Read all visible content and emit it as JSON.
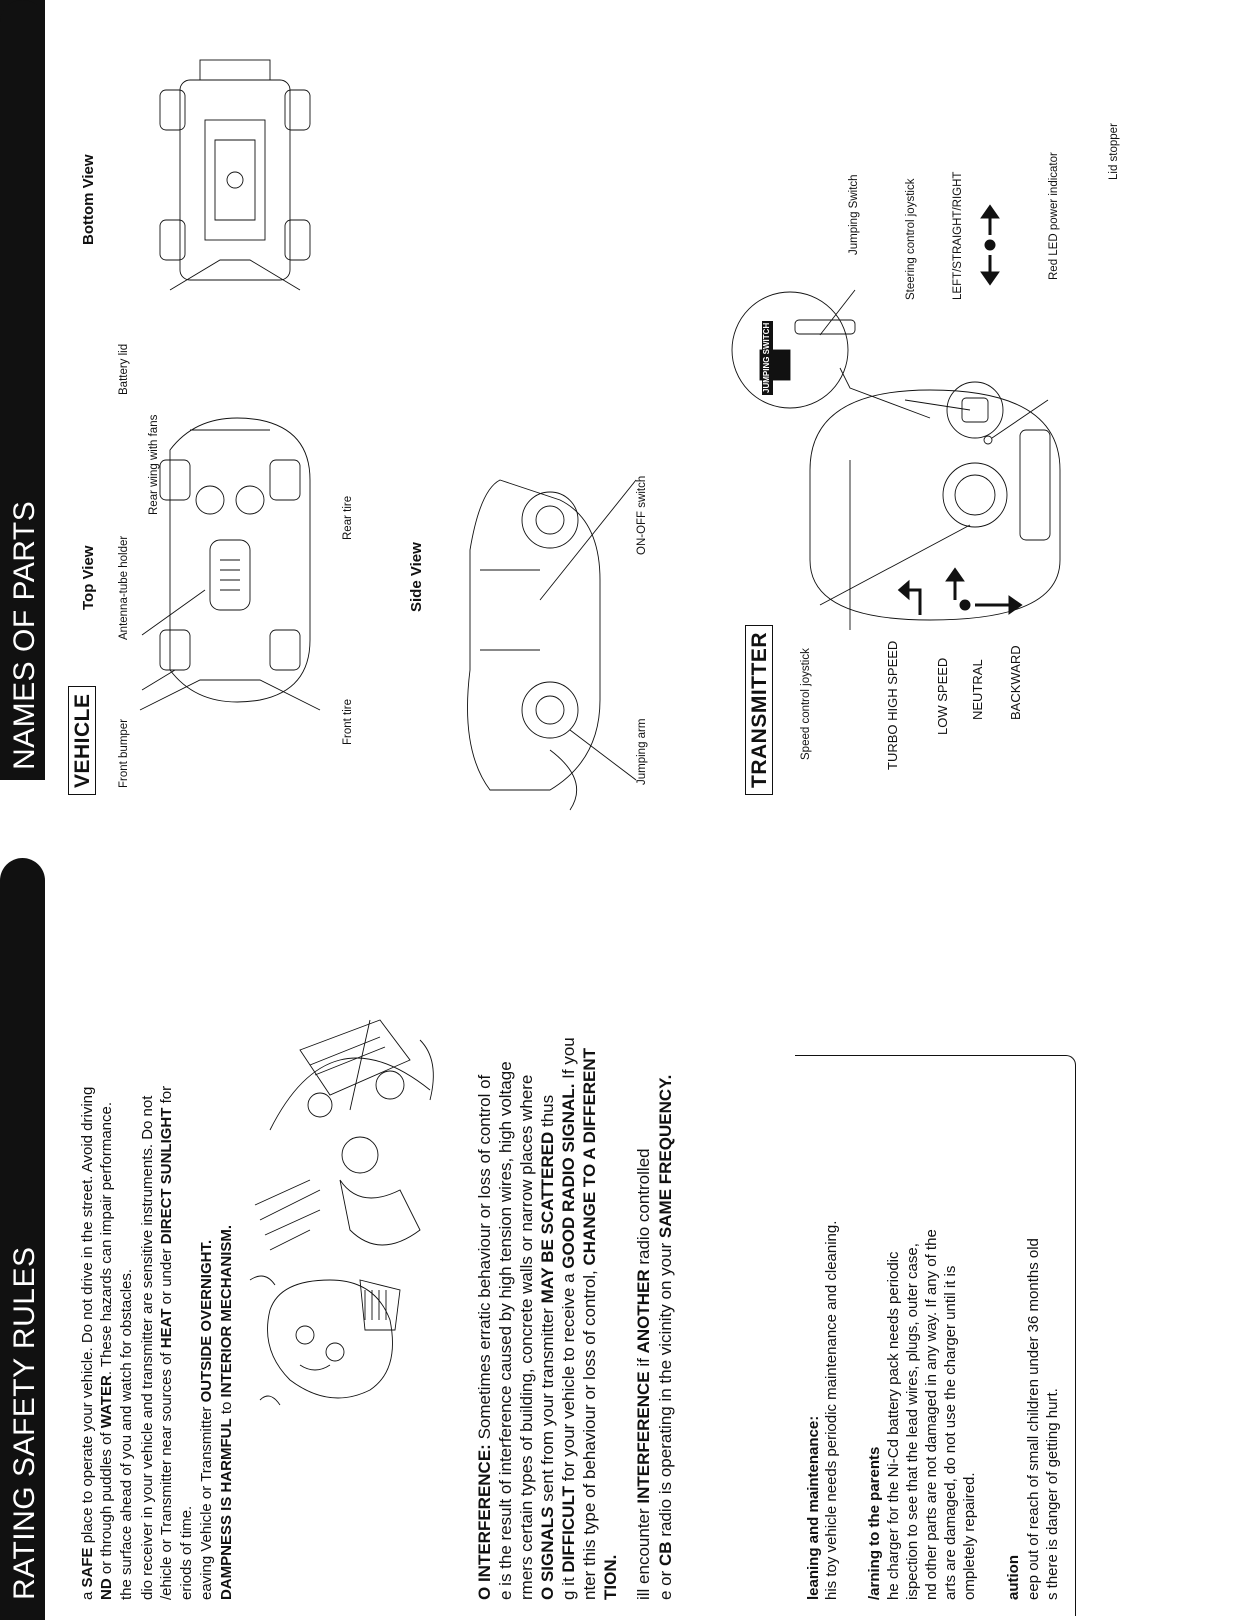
{
  "right": {
    "header": "NAMES OF PARTS",
    "vehicle_heading": "VEHICLE",
    "top_view": "Top View",
    "bottom_view": "Bottom View",
    "side_view": "Side View",
    "labels": {
      "front_bumper": "Front bumper",
      "antenna_holder": "Antenna-tube holder",
      "rear_wing": "Rear wing with fans",
      "front_tire": "Front tire",
      "rear_tire": "Rear tire",
      "battery_lid": "Battery lid",
      "lid_stopper": "Lid stopper",
      "jumping_arm": "Jumping arm",
      "on_off": "ON-OFF switch"
    },
    "transmitter_heading": "TRANSMITTER",
    "transmitter_labels": {
      "speed_joystick": "Speed control joystick",
      "jumping_switch": "Jumping Switch",
      "steering_joystick": "Steering control joystick",
      "left_straight_right": "LEFT/STRAIGHT/RIGHT",
      "red_led": "Red LED power indicator",
      "turbo": "TURBO HIGH SPEED",
      "low_speed": "LOW SPEED",
      "neutral": "NEUTRAL",
      "backward": "BACKWARD",
      "switch_badge": "JUMPING SWITCH"
    }
  },
  "left": {
    "header": "RATING SAFETY RULES",
    "para1": [
      {
        "pre": "a ",
        "b1": "SAFE",
        "mid": " place to operate your vehicle. Do not drive in the street. Avoid driving",
        "b2": "",
        "post": ""
      },
      {
        "pre": "",
        "b1": "ND",
        "mid": " or through puddles of ",
        "b2": "WATER",
        "post": ". These hazards can impair performance."
      },
      {
        "pre": "the surface ahead of you and watch for obstacles.",
        "b1": "",
        "mid": "",
        "b2": "",
        "post": ""
      },
      {
        "pre": "dio receiver in your vehicle and transmitter are sensitive instruments. Do not",
        "b1": "",
        "mid": "",
        "b2": "",
        "post": ""
      },
      {
        "pre": "/ehicle or Transmitter near sources of ",
        "b1": "HEAT",
        "mid": " or under ",
        "b2": "DIRECT SUNLIGHT",
        "post": " for"
      },
      {
        "pre": "eriods of time.",
        "b1": "",
        "mid": "",
        "b2": "",
        "post": ""
      },
      {
        "pre": "eaving Vehicle or Transmitter ",
        "b1": "OUTSIDE OVERNIGHT.",
        "mid": "",
        "b2": "",
        "post": ""
      },
      {
        "pre": "",
        "b1": "DAMPNESS IS HARMFUL",
        "mid": " to ",
        "b2": "INTERIOR MECHANISM.",
        "post": ""
      }
    ],
    "para2": [
      {
        "pre": "",
        "b1": "O INTERFERENCE:",
        "mid": " Sometimes erratic behaviour or loss of control of",
        "b2": "",
        "post": ""
      },
      {
        "pre": "e is the result of interference caused by high tension wires, high voltage",
        "b1": "",
        "mid": "",
        "b2": "",
        "post": ""
      },
      {
        "pre": "rmers certain types of building, concrete walls or narrow places where",
        "b1": "",
        "mid": "",
        "b2": "",
        "post": ""
      },
      {
        "pre": "",
        "b1": "O SIGNALS",
        "mid": " sent from your transmitter ",
        "b2": "MAY BE SCATTERED",
        "post": " thus"
      },
      {
        "pre": "g it ",
        "b1": "DIFFICULT",
        "mid": " for your vehicle to receive a ",
        "b2": "GOOD RADIO SIGNAL.",
        "post": " If you"
      },
      {
        "pre": "nter this type of behaviour or loss of control, ",
        "b1": "CHANGE TO A DIFFERENT",
        "mid": "",
        "b2": "",
        "post": ""
      },
      {
        "pre": "",
        "b1": "TION.",
        "mid": "",
        "b2": "",
        "post": ""
      }
    ],
    "para3": [
      {
        "pre": "ill encounter ",
        "b1": "INTERFERENCE",
        "mid": " if ",
        "b2": "ANOTHER",
        "post": " radio controlled"
      },
      {
        "pre": "e or ",
        "b1": "CB",
        "mid": " radio is operating in the vicinity on your ",
        "b2": "SAME FREQUENCY.",
        "post": ""
      }
    ],
    "box": {
      "cleaning_title": "leaning and maintenance:",
      "cleaning_text": "his toy vehicle needs periodic maintenance and cleaning.",
      "warning_title": "/arning to the parents",
      "warning_lines": [
        "he charger for the Ni-Cd battery pack needs periodic",
        "ispection to see that the lead wires, plugs, outer case,",
        "nd other parts are not damaged in any way.  If any of the",
        "arts are damaged, do not use the charger until it is",
        "ompletely repaired."
      ],
      "caution_title": "aution",
      "caution_lines": [
        "eep out of reach of small children under 36 months old",
        "s there is danger of getting hurt."
      ]
    }
  }
}
